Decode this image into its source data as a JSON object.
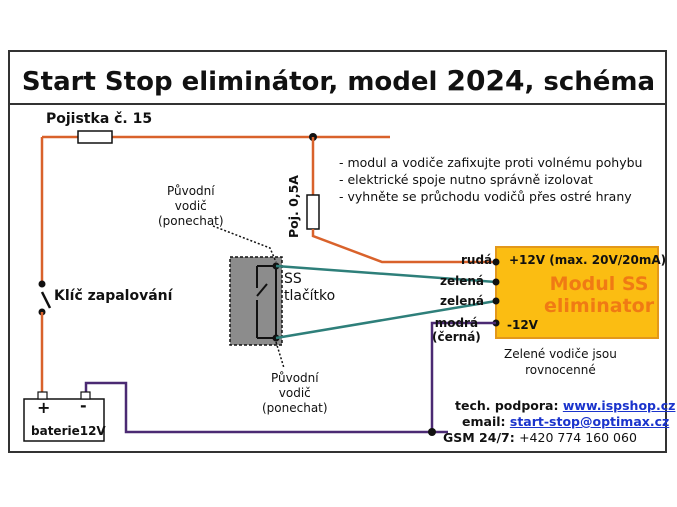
{
  "title": {
    "main": "Start Stop eliminátor, model",
    "year": "2024",
    "suffix": ", schéma"
  },
  "fuse_label": "Pojistka č. 15",
  "notes": [
    "- modul a vodiče zafixujte proti volnému pohybu",
    "- elektrické spoje nutno správně izolovat",
    "- vyhněte se průchodu vodičů přes ostré hrany"
  ],
  "fuse2_label": "Poj. 0,5A",
  "original_wire_top": [
    "Původní",
    "vodič",
    "(ponechat)"
  ],
  "original_wire_bottom": [
    "Původní",
    "vodič",
    "(ponechat)"
  ],
  "ignition_label": "Klíč zapalování",
  "ss_button": [
    "SS",
    "tlačítko"
  ],
  "wires": {
    "ruda": "rudá",
    "zelena1": "zelená",
    "zelena2": "zelená",
    "modra": "modrá",
    "cerna": "(černá)"
  },
  "module": {
    "plus": "+12V (max. 20V/20mA)",
    "minus": "-12V",
    "name_line1": "Modul SS",
    "name_line2": "eliminator"
  },
  "green_note": [
    "Zelené vodiče jsou",
    "rovnocenné"
  ],
  "battery": {
    "plus": "+",
    "minus": "-",
    "label": "baterie12V"
  },
  "support": {
    "tech_label": "tech. podpora:",
    "tech_link": "www.ispshop.cz",
    "email_label": "email:",
    "email_link": "start-stop@optimax.cz",
    "gsm_label": "GSM 24/7:",
    "gsm_value": "+420 774 160 060"
  },
  "colors": {
    "orange_wire": "#d9622b",
    "teal_wire": "#2e7f7a",
    "purple_wire": "#4b2a73",
    "module_fill": "#fbbd12",
    "module_text": "#f07a14",
    "switch_fill": "#8c8c8c",
    "link": "#1a33cc"
  }
}
